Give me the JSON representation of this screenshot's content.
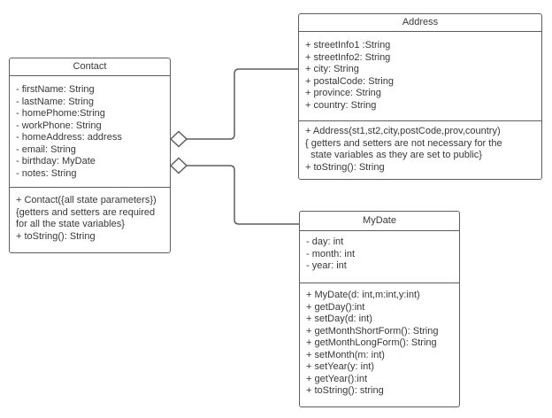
{
  "diagram": {
    "type": "uml-class-diagram",
    "colors": {
      "stroke": "#5e5e5e",
      "text": "#383838",
      "background": "#ffffff"
    },
    "classes": [
      {
        "id": "contact",
        "title": "Contact",
        "attributes": [
          "- firstName: String",
          "- lastName: String",
          "- homePhome:String",
          "- workPhone: String",
          "- homeAddress: address",
          "- email: String",
          "- birthday: MyDate",
          "- notes: String"
        ],
        "methods": [
          "+ Contact({all state parameters})",
          "{getters and setters are required",
          "for all the state variables}",
          "+ toString(): String"
        ]
      },
      {
        "id": "address",
        "title": "Address",
        "attributes": [
          "+ streetInfo1 :String",
          "+ streetInfo2: String",
          "+ city: String",
          "+ postalCode: String",
          "+ province: String",
          "+ country: String"
        ],
        "methods": [
          "+ Address(st1,st2,city,postCode,prov,country)",
          "{ getters and setters are not necessary for the",
          "  state variables as they are set to public}",
          "+ toString(): String"
        ]
      },
      {
        "id": "mydate",
        "title": "MyDate",
        "attributes": [
          "- day: int",
          "- month: int",
          "- year: int"
        ],
        "methods": [
          "+ MyDate(d: int,m:int,y:int)",
          "+ getDay():int",
          "+ setDay(d: int)",
          "+ getMonthShortForm(): String",
          "+ getMonthLongForm(): String",
          "+ setMonth(m: int)",
          "+ setYear(y: int)",
          "+ getYear():int",
          "+ toString(): string"
        ]
      }
    ],
    "relationships": [
      {
        "type": "aggregation",
        "from": "Contact",
        "to": "Address"
      },
      {
        "type": "aggregation",
        "from": "Contact",
        "to": "MyDate"
      }
    ]
  }
}
